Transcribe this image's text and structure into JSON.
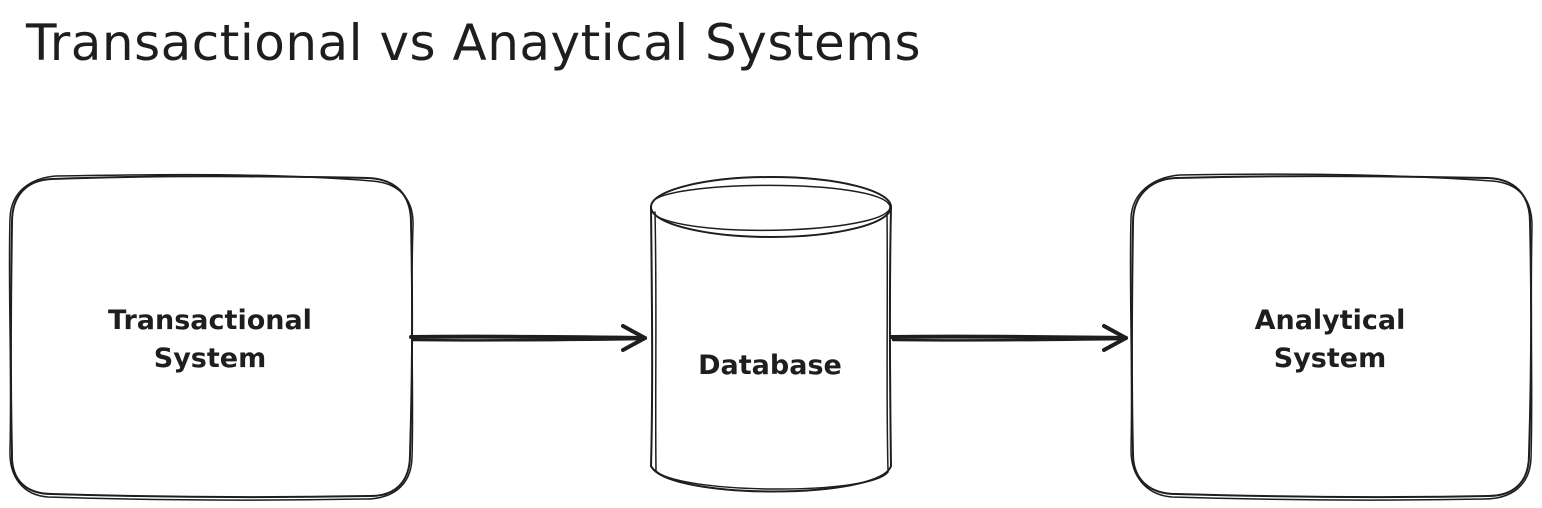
{
  "title": "Transactional vs Anaytical Systems",
  "nodes": {
    "transactional": {
      "line1": "Transactional",
      "line2": "System"
    },
    "database": {
      "label": "Database"
    },
    "analytical": {
      "line1": "Analytical",
      "line2": "System"
    }
  },
  "edges": [
    {
      "from": "transactional",
      "to": "database"
    },
    {
      "from": "database",
      "to": "analytical"
    }
  ],
  "colors": {
    "stroke": "#1e1e1e",
    "background": "#ffffff"
  }
}
